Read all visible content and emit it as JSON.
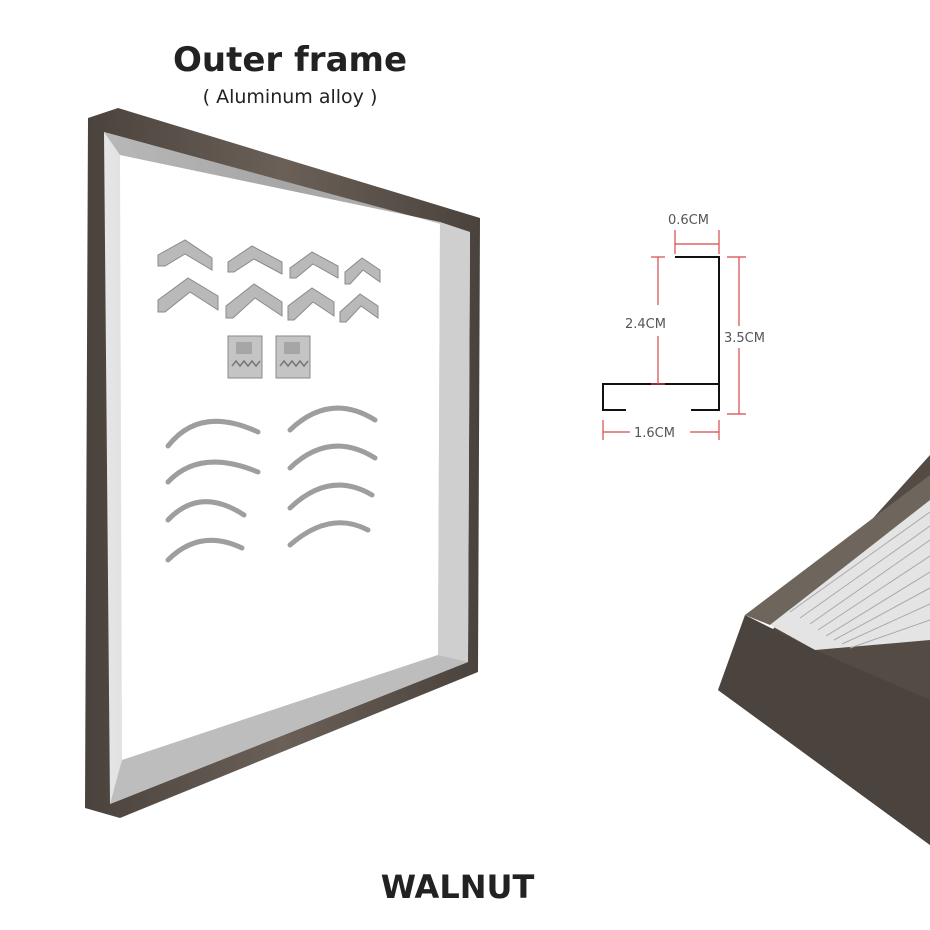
{
  "heading": {
    "title": "Outer frame",
    "subtitle": "( Aluminum alloy )"
  },
  "profile_dimensions": {
    "top_width": "0.6CM",
    "inner_height": "2.4CM",
    "total_height": "3.5CM",
    "bottom_width": "1.6CM"
  },
  "product": {
    "color_name": "WALNUT"
  },
  "colors": {
    "wood": "#5e554d",
    "wood_dark": "#3d3731",
    "aluminum": "#c8c8c8",
    "dimension_line": "#d6484a"
  }
}
